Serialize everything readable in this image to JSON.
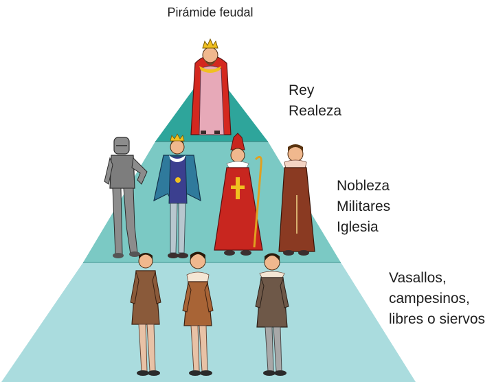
{
  "title": "Pirámide feudal",
  "colors": {
    "tier_top": "#2ea59b",
    "tier_middle": "#7bc9c4",
    "tier_bottom": "#aadcde",
    "outline": "#4a8e8c"
  },
  "tiers": [
    {
      "level": "top",
      "lines": [
        "Rey",
        "Realeza"
      ],
      "figures": [
        "king-figure"
      ]
    },
    {
      "level": "middle",
      "lines": [
        "Nobleza",
        "Militares",
        "Iglesia"
      ],
      "figures": [
        "knight-figure",
        "prince-figure",
        "bishop-figure",
        "monk-figure"
      ]
    },
    {
      "level": "bottom",
      "lines": [
        "Vasallos,",
        "campesinos,",
        "libres o siervos"
      ],
      "figures": [
        "peasant-figure",
        "peasant-figure",
        "peasant-figure"
      ]
    }
  ]
}
